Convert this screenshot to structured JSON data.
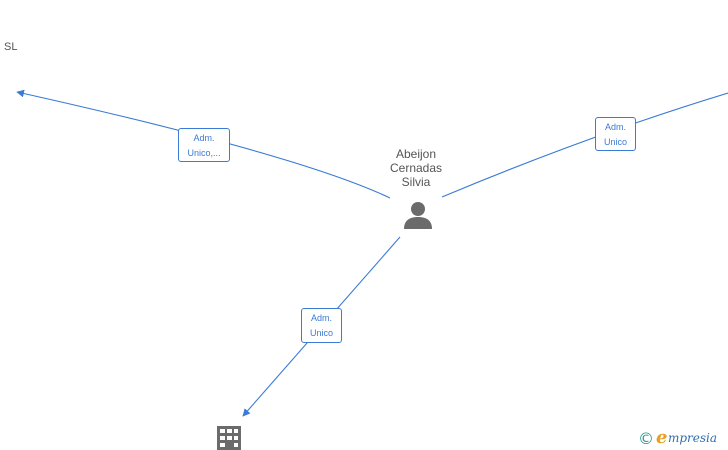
{
  "nodes": {
    "center": {
      "line1": "Abeijon",
      "line2": "Cernadas",
      "line3": "Silvia",
      "icon": "person-icon"
    },
    "top_left": {
      "label": "SL"
    },
    "bottom": {
      "icon": "building-icon"
    }
  },
  "edges": {
    "left": {
      "line1": "Adm.",
      "line2": "Unico,..."
    },
    "right": {
      "line1": "Adm.",
      "line2": "Unico"
    },
    "down": {
      "line1": "Adm.",
      "line2": "Unico"
    }
  },
  "brand": {
    "copyright": "©",
    "initial": "e",
    "rest": "mpresia"
  },
  "colors": {
    "edge": "#3a7bd5",
    "node_icon": "#6b6b6b",
    "label": "#555555"
  }
}
